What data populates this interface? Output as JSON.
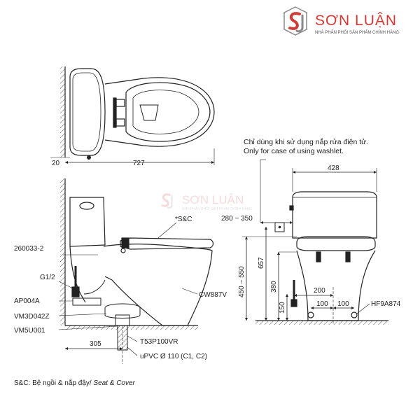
{
  "brand": {
    "name": "SƠN LUẬN",
    "tagline": "NHÀ PHÂN PHỐI SẢN PHẨM CHÍNH HÃNG",
    "watermark_name": "SƠN LUẬN",
    "watermark_tagline": "NHÀ PHÂN PHỐI SẢN PHẨM CHÍNH HÃNG",
    "red": "#d13a35",
    "gray": "#8a8a8a"
  },
  "dimensions": {
    "wall_gap": "20",
    "total_depth": "727",
    "width": "428",
    "washlet_range": "280 ~ 350",
    "seat_height_range": "450 ~ 550",
    "height_657": "657",
    "height_380": "380",
    "height_150": "150",
    "offset_200": "200",
    "offset_100_left": "100",
    "offset_100_right": "100",
    "rough_in": "305",
    "pipe": "uPVC Ø 110 (C1, C2)"
  },
  "parts": {
    "seat_cover": "*S&C",
    "body": "CW887V",
    "p1": "260033-2",
    "p2": "G1/2",
    "p3": "AP004A",
    "p4": "VM3D042Z",
    "p5": "VM5U001",
    "flange": "T53P100VR",
    "bolt": "HF9A874"
  },
  "notes": {
    "washlet_vi": "Chỉ dùng khi sử dụng nắp rửa điện tử.",
    "washlet_en": "Only for case of using washlet.",
    "legend_prefix": "S&C: Bệ ngồi & nắp đậy/ ",
    "legend_en": "Seat & Cover"
  }
}
